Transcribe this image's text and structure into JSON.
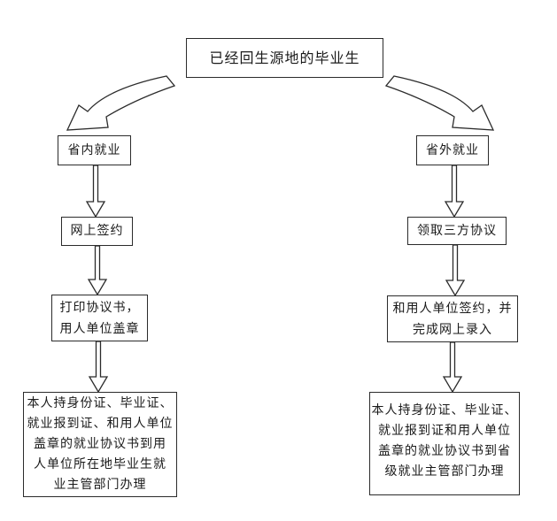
{
  "flowchart": {
    "root": {
      "label": "已经回生源地的毕业生"
    },
    "left": [
      {
        "label": "省内就业"
      },
      {
        "label": "网上签约"
      },
      {
        "label": "打印协议书，\n用人单位盖章"
      },
      {
        "label": "本人持身份证、毕业证、\n就业报到证、和用人单位\n盖章的就业协议书到用\n人单位所在地毕业生就\n业主管部门办理"
      }
    ],
    "right": [
      {
        "label": "省外就业"
      },
      {
        "label": "领取三方协议"
      },
      {
        "label": "和用人单位签约，并\n完成网上录入"
      },
      {
        "label": "本人持身份证、毕业证、\n就业报到证和用人单位\n盖章的就业协议书到省\n级就业主管部门办理"
      }
    ]
  }
}
